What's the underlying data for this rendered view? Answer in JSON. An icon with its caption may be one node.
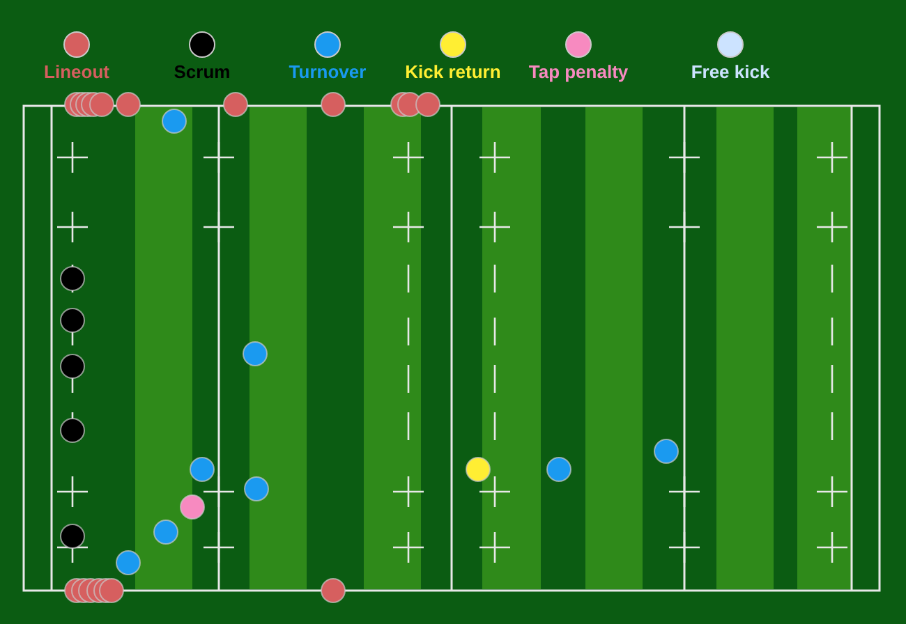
{
  "diagram": {
    "legend": [
      {
        "text": "Lineout",
        "color": "#d65f5f"
      },
      {
        "text": "Scrum",
        "color": "#000000"
      },
      {
        "text": "Turnover",
        "color": "#1a9af0"
      },
      {
        "text": "Kick return",
        "color": "#ffee33"
      },
      {
        "text": "Tap penalty",
        "color": "#f78ac0"
      },
      {
        "text": "Free kick",
        "color": "#cce3ff"
      }
    ]
  }
}
